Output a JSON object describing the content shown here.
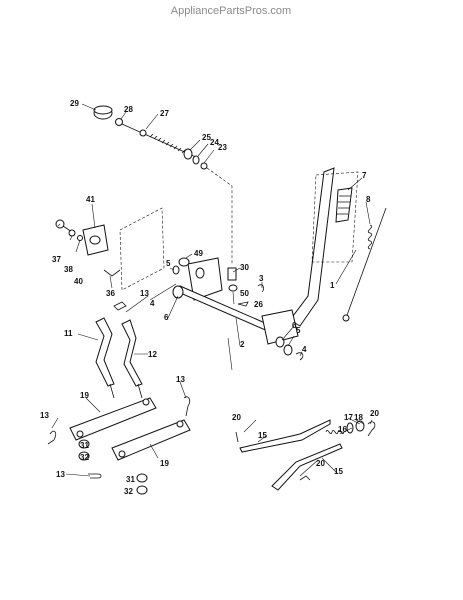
{
  "watermark": "AppliancePartsPros.com",
  "callouts": [
    {
      "id": "c1",
      "text": "1"
    },
    {
      "id": "c2",
      "text": "2"
    },
    {
      "id": "c3",
      "text": "3"
    },
    {
      "id": "c4a",
      "text": "4"
    },
    {
      "id": "c4b",
      "text": "4"
    },
    {
      "id": "c5a",
      "text": "5"
    },
    {
      "id": "c5b",
      "text": "5"
    },
    {
      "id": "c6a",
      "text": "6"
    },
    {
      "id": "c6b",
      "text": "6"
    },
    {
      "id": "c7",
      "text": "7"
    },
    {
      "id": "c8",
      "text": "8"
    },
    {
      "id": "c11",
      "text": "11"
    },
    {
      "id": "c12",
      "text": "12"
    },
    {
      "id": "c13a",
      "text": "13"
    },
    {
      "id": "c13b",
      "text": "13"
    },
    {
      "id": "c13c",
      "text": "13"
    },
    {
      "id": "c13d",
      "text": "13"
    },
    {
      "id": "c15a",
      "text": "15"
    },
    {
      "id": "c15b",
      "text": "15"
    },
    {
      "id": "c16",
      "text": "16"
    },
    {
      "id": "c17",
      "text": "17"
    },
    {
      "id": "c18",
      "text": "18"
    },
    {
      "id": "c19a",
      "text": "19"
    },
    {
      "id": "c19b",
      "text": "19"
    },
    {
      "id": "c20a",
      "text": "20"
    },
    {
      "id": "c20b",
      "text": "20"
    },
    {
      "id": "c20c",
      "text": "20"
    },
    {
      "id": "c23",
      "text": "23"
    },
    {
      "id": "c24",
      "text": "24"
    },
    {
      "id": "c25",
      "text": "25"
    },
    {
      "id": "c26",
      "text": "26"
    },
    {
      "id": "c27",
      "text": "27"
    },
    {
      "id": "c28",
      "text": "28"
    },
    {
      "id": "c29",
      "text": "29"
    },
    {
      "id": "c30",
      "text": "30"
    },
    {
      "id": "c31a",
      "text": "31"
    },
    {
      "id": "c31b",
      "text": "31"
    },
    {
      "id": "c32a",
      "text": "32"
    },
    {
      "id": "c32b",
      "text": "32"
    },
    {
      "id": "c36",
      "text": "36"
    },
    {
      "id": "c37",
      "text": "37"
    },
    {
      "id": "c38",
      "text": "38"
    },
    {
      "id": "c40",
      "text": "40"
    },
    {
      "id": "c41",
      "text": "41"
    },
    {
      "id": "c49",
      "text": "49"
    },
    {
      "id": "c50",
      "text": "50"
    }
  ]
}
